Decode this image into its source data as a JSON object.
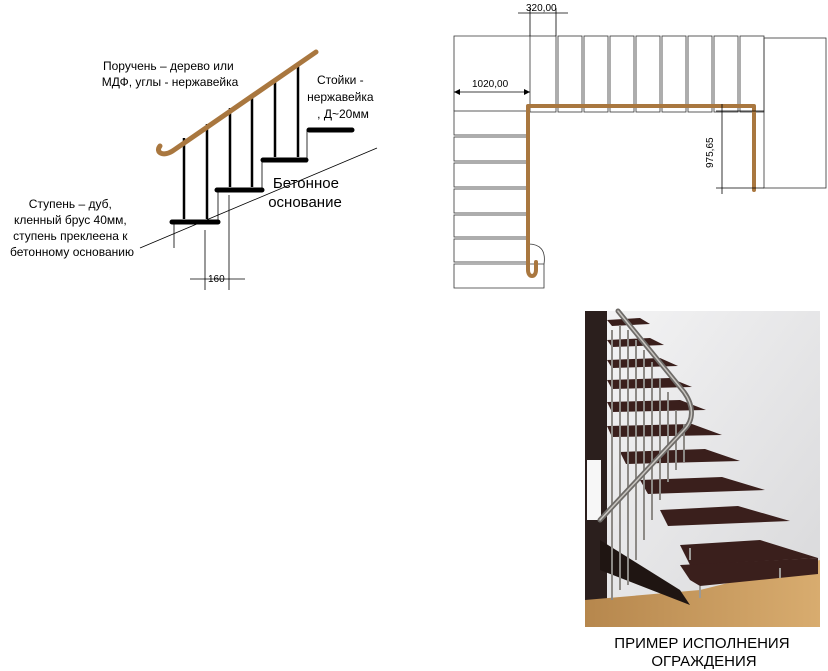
{
  "side_view": {
    "handrail_label": [
      "Поручень – дерево или",
      "МДФ, углы - нержавейка"
    ],
    "posts_label": [
      "Стойки -",
      "нержавейка",
      ", Д~20мм"
    ],
    "base_label": [
      "Бетонное",
      "основание"
    ],
    "step_label": [
      "Ступень – дуб,",
      "кленный брус 40мм,",
      "ступень преклеена к",
      "бетонному основанию"
    ],
    "step_width_dim": "160"
  },
  "plan_view": {
    "tread_dim": "320,00",
    "landing_dim": "1020,00",
    "height_dim": "975,65"
  },
  "photo": {
    "caption": [
      "ПРИМЕР ИСПОЛНЕНИЯ",
      "ОГРАЖДЕНИЯ"
    ]
  },
  "colors": {
    "handrail": "#a9773f",
    "wall": "#e9e9ea",
    "floor": "#c99b5e",
    "tread": "#3a1f1c"
  }
}
